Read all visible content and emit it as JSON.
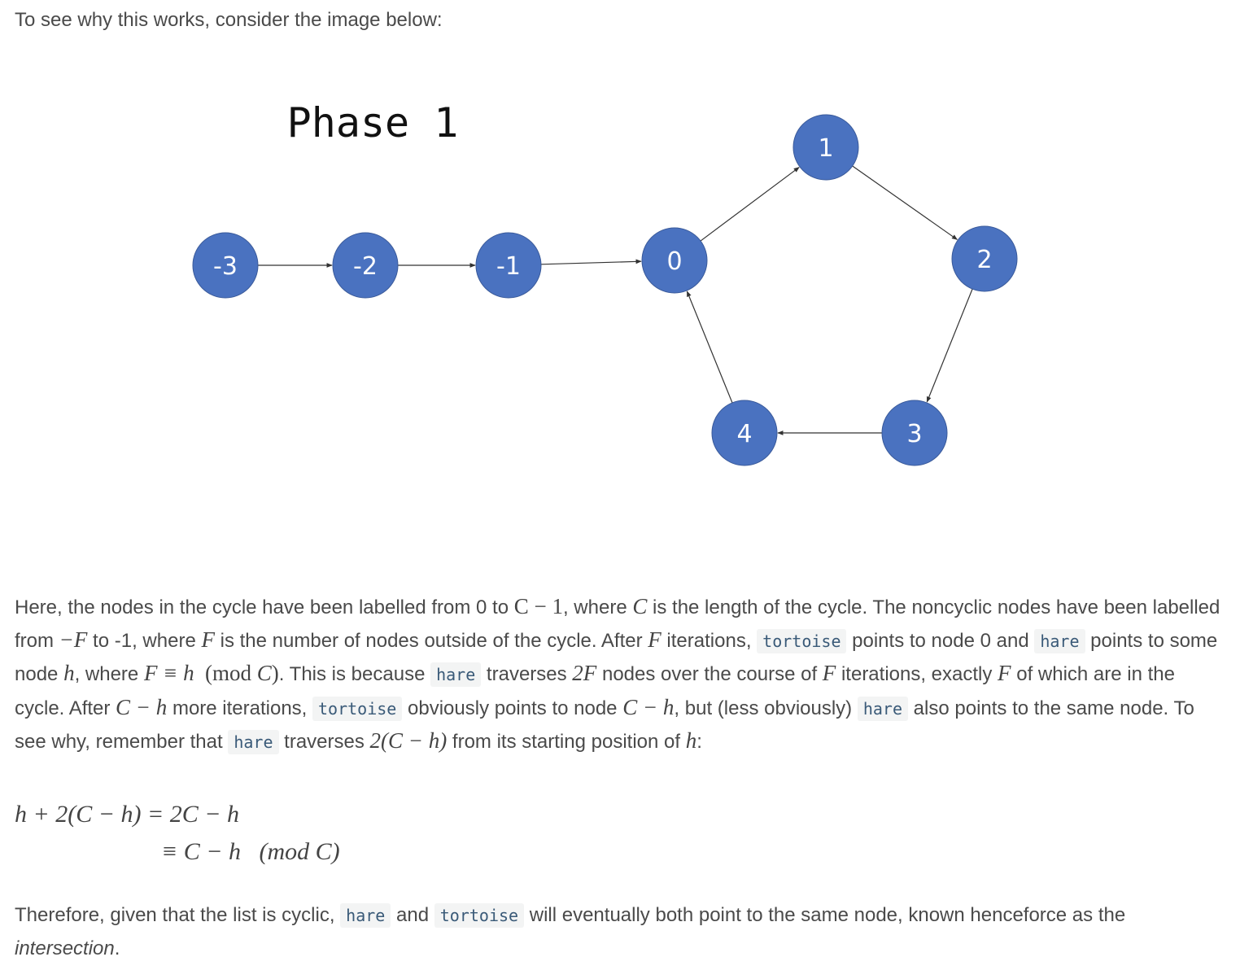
{
  "intro": "To see why this works, consider the image below:",
  "figure": {
    "title": "Phase 1",
    "colors": {
      "node_fill": "#4a72c0",
      "node_stroke": "#3a5a9a",
      "node_text": "#ffffff",
      "edge": "#333333"
    },
    "nodes": [
      {
        "id": "n-3",
        "label": "-3"
      },
      {
        "id": "n-2",
        "label": "-2"
      },
      {
        "id": "n-1",
        "label": "-1"
      },
      {
        "id": "n0",
        "label": "0"
      },
      {
        "id": "n1",
        "label": "1"
      },
      {
        "id": "n2",
        "label": "2"
      },
      {
        "id": "n3",
        "label": "3"
      },
      {
        "id": "n4",
        "label": "4"
      }
    ],
    "edges": [
      {
        "from": "n-3",
        "to": "n-2"
      },
      {
        "from": "n-2",
        "to": "n-1"
      },
      {
        "from": "n-1",
        "to": "n0"
      },
      {
        "from": "n0",
        "to": "n1"
      },
      {
        "from": "n1",
        "to": "n2"
      },
      {
        "from": "n2",
        "to": "n3"
      },
      {
        "from": "n3",
        "to": "n4"
      },
      {
        "from": "n4",
        "to": "n0"
      }
    ]
  },
  "p1": {
    "t1": "Here, the nodes in the cycle have been labelled from 0 to ",
    "m1": "C − 1",
    "t2": ", where ",
    "m2": "C",
    "t3": " is the length of the cycle. The noncyclic nodes have been labelled from ",
    "m3": "−F",
    "t4": " to -1, where ",
    "m4": "F",
    "t5": " is the number of nodes outside of the cycle. After ",
    "m5": "F",
    "t6": " iterations, ",
    "c1": "tortoise",
    "t7": " points to node 0 and ",
    "c2": "hare",
    "t8": " points to some node ",
    "m6": "h",
    "t9": ", where ",
    "m7": "F ≡ h",
    "m7b": "(mod ",
    "m7c": "C",
    "m7d": ")",
    "t10": ". This is because ",
    "c3": "hare",
    "t11": " traverses ",
    "m8": "2F",
    "t12": " nodes over the course of ",
    "m9": "F",
    "t13": " iterations, exactly ",
    "m10": "F",
    "t14": " of which are in the cycle. After ",
    "m11": "C − h",
    "t15": " more iterations, ",
    "c4": "tortoise",
    "t16": " obviously points to node ",
    "m12": "C − h",
    "t17": ", but (less obviously) ",
    "c5": "hare",
    "t18": " also points to the same node. To see why, remember that ",
    "c6": "hare",
    "t19": " traverses ",
    "m13": "2(C − h)",
    "t20": " from its starting position of ",
    "m14": "h",
    "t21": ":"
  },
  "equation": {
    "line1": "h + 2(C − h) = 2C − h",
    "line2": "≡ C − h   (mod C)"
  },
  "p2": {
    "t1": "Therefore, given that the list is cyclic, ",
    "c1": "hare",
    "t2": " and ",
    "c2": "tortoise",
    "t3": " will eventually both point to the same node, known henceforce as the ",
    "e1": "intersection",
    "t4": "."
  }
}
